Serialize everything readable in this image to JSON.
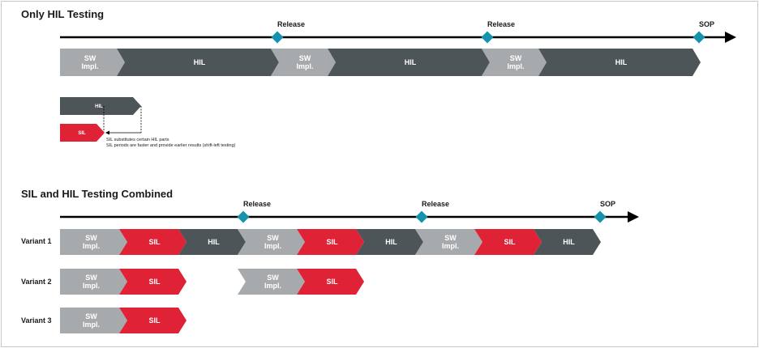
{
  "section1": {
    "title": "Only HIL Testing",
    "milestones": [
      "Release",
      "Release",
      "SOP"
    ],
    "segments": [
      {
        "type": "sw",
        "label": [
          "SW",
          "Impl."
        ]
      },
      {
        "type": "hil",
        "label": [
          "HIL"
        ]
      },
      {
        "type": "sw",
        "label": [
          "SW",
          "Impl."
        ]
      },
      {
        "type": "hil",
        "label": [
          "HIL"
        ]
      },
      {
        "type": "sw",
        "label": [
          "SW",
          "Impl."
        ]
      },
      {
        "type": "hil",
        "label": [
          "HIL"
        ]
      }
    ],
    "legend": {
      "hil_label": "HIL",
      "sil_label": "SIL",
      "note_line1": "SIL substitutes certain HIL parts",
      "note_line2": "SIL periods are faster and provide earlier results (shift-left testing)"
    }
  },
  "section2": {
    "title": "SIL and HIL Testing Combined",
    "milestones": [
      "Release",
      "Release",
      "SOP"
    ],
    "variants": [
      {
        "label": "Variant 1",
        "segments": [
          {
            "type": "sw",
            "label": [
              "SW",
              "Impl."
            ]
          },
          {
            "type": "sil",
            "label": [
              "SIL"
            ]
          },
          {
            "type": "hil",
            "label": [
              "HIL"
            ]
          },
          {
            "type": "sw",
            "label": [
              "SW",
              "Impl."
            ]
          },
          {
            "type": "sil",
            "label": [
              "SIL"
            ]
          },
          {
            "type": "hil",
            "label": [
              "HIL"
            ]
          },
          {
            "type": "sw",
            "label": [
              "SW",
              "Impl."
            ]
          },
          {
            "type": "sil",
            "label": [
              "SIL"
            ]
          },
          {
            "type": "hil",
            "label": [
              "HIL"
            ]
          }
        ]
      },
      {
        "label": "Variant 2",
        "segments": [
          {
            "type": "sw",
            "label": [
              "SW",
              "Impl."
            ]
          },
          {
            "type": "sil",
            "label": [
              "SIL"
            ]
          },
          {
            "type": "sw",
            "label": [
              "SW",
              "Impl."
            ]
          },
          {
            "type": "sil",
            "label": [
              "SIL"
            ]
          }
        ]
      },
      {
        "label": "Variant 3",
        "segments": [
          {
            "type": "sw",
            "label": [
              "SW",
              "Impl."
            ]
          },
          {
            "type": "sil",
            "label": [
              "SIL"
            ]
          }
        ]
      }
    ]
  },
  "colors": {
    "sw": "#a7aaad",
    "sil": "#df2235",
    "hil": "#4e5559",
    "milestone": "#1593ad"
  }
}
